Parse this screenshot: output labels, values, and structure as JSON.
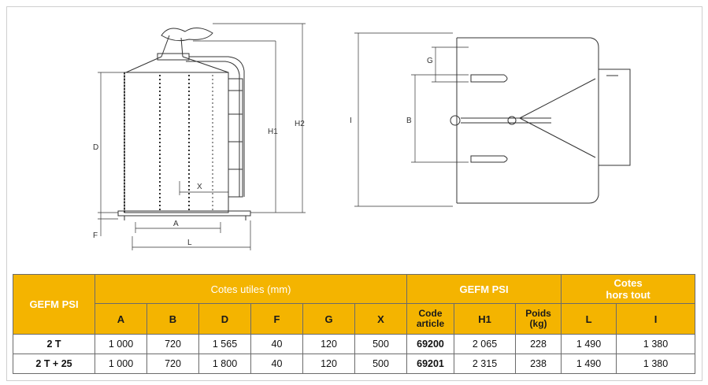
{
  "drawing_labels": {
    "A": "A",
    "L": "L",
    "D": "D",
    "F": "F",
    "X": "X",
    "H1": "H1",
    "H2": "H2",
    "I": "I",
    "B": "B",
    "G": "G"
  },
  "table": {
    "product_header": "GEFM PSI",
    "cotes_utiles": "Cotes utiles (mm)",
    "gefm_psi": "GEFM PSI",
    "cotes_hors_tout_1": "Cotes",
    "cotes_hors_tout_2": "hors tout",
    "cols": [
      "A",
      "B",
      "D",
      "F",
      "G",
      "X"
    ],
    "code_1": "Code",
    "code_2": "article",
    "h1": "H1",
    "poids_1": "Poids",
    "poids_2": "(kg)",
    "L": "L",
    "I": "I",
    "rows": [
      {
        "name": "2 T",
        "A": "1 000",
        "B": "720",
        "D": "1 565",
        "F": "40",
        "G": "120",
        "X": "500",
        "code": "69200",
        "H1": "2 065",
        "poids": "228",
        "L": "1 490",
        "I": "1 380"
      },
      {
        "name": "2 T + 25",
        "A": "1 000",
        "B": "720",
        "D": "1 800",
        "F": "40",
        "G": "120",
        "X": "500",
        "code": "69201",
        "H1": "2 315",
        "poids": "238",
        "L": "1 490",
        "I": "1 380"
      }
    ]
  }
}
